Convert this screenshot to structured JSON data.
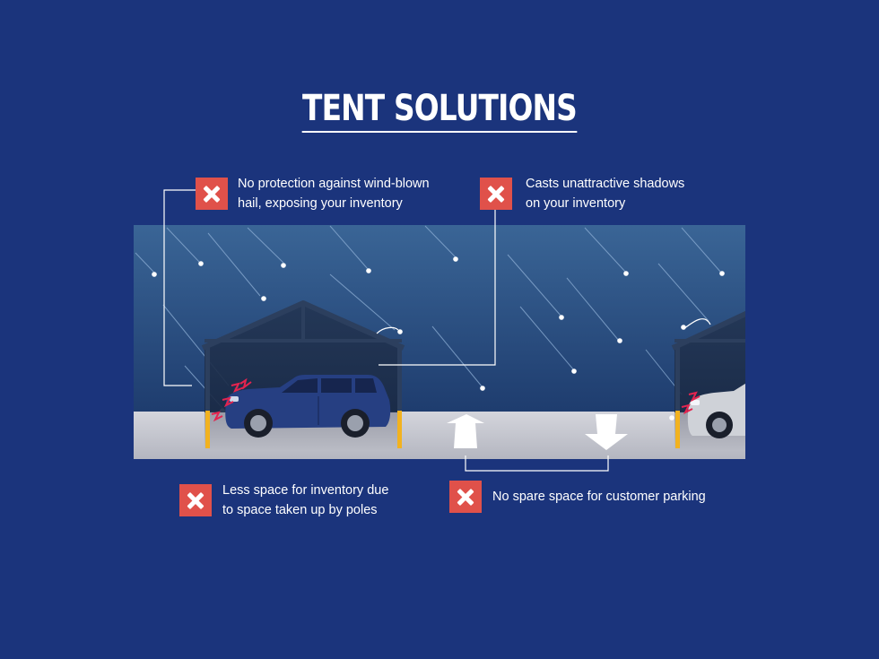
{
  "title": "TENT SOLUTIONS",
  "callouts": {
    "hail": {
      "line1": "No protection against wind-blown",
      "line2": "hail, exposing your inventory",
      "icon": "x-icon"
    },
    "shadows": {
      "line1": "Casts unattractive shadows",
      "line2": "on your inventory",
      "icon": "x-icon"
    },
    "poles": {
      "line1": "Less space for inventory due",
      "line2": "to space taken up by poles",
      "icon": "x-icon"
    },
    "parking": {
      "line1": "No spare space for customer parking",
      "icon": "x-icon"
    }
  },
  "colors": {
    "background": "#1b347c",
    "sky_top": "#3a6596",
    "sky_bottom": "#1d3a6b",
    "ground": "#c9cad2",
    "x_badge": "#e0514a",
    "pole": "#f2b21f",
    "car_blue": "#263f82",
    "car_silver": "#cfd2d8",
    "impact": "#e4244f"
  }
}
